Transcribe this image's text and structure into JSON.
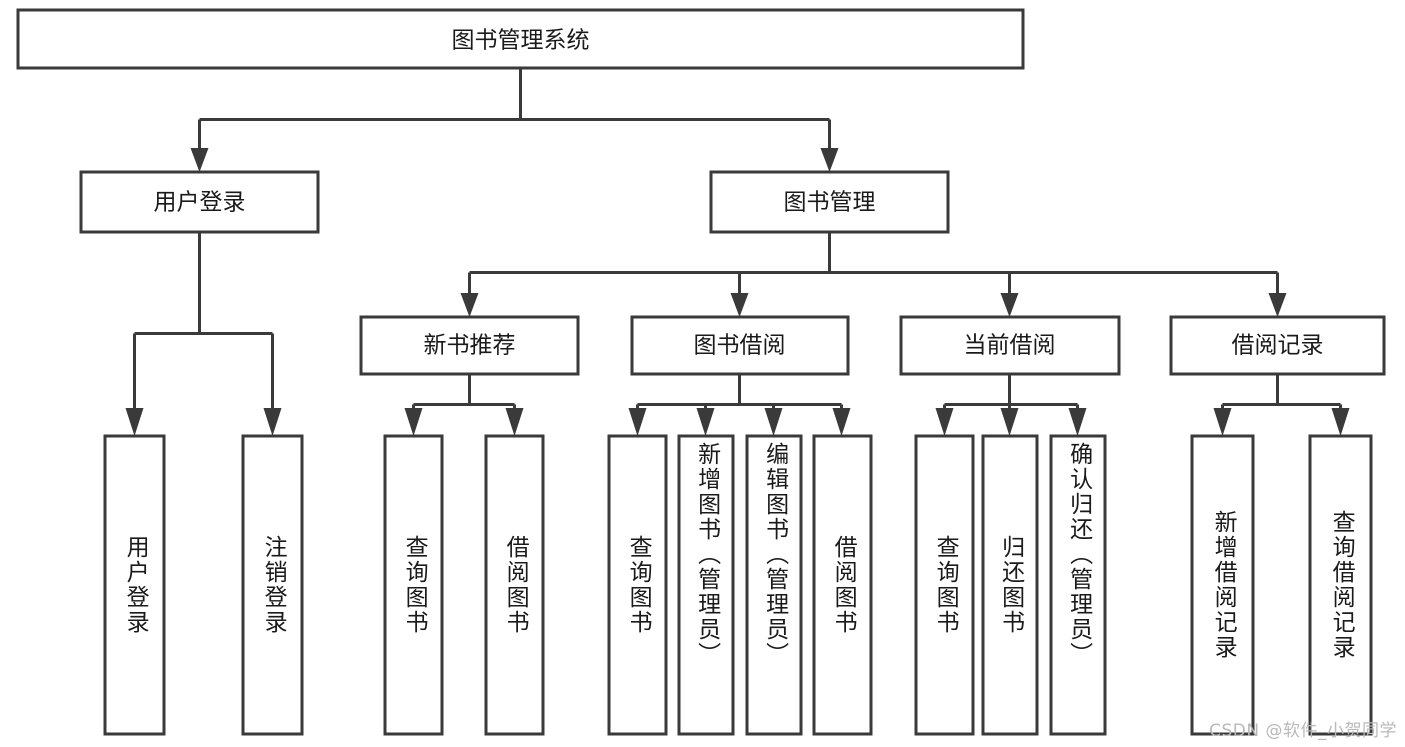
{
  "diagram": {
    "type": "tree",
    "title": "图书管理系统",
    "orientation": "top-down",
    "colors": {
      "box_fill": "#ffffff",
      "box_stroke": "#3a3a3a",
      "connector": "#3a3a3a",
      "text": "#1a1a1a",
      "watermark": "#b9b9b9",
      "background": "#ffffff"
    },
    "root": {
      "id": "root",
      "label": "图书管理系统",
      "text_direction": "horizontal"
    },
    "level1": [
      {
        "id": "user-login",
        "label": "用户登录",
        "text_direction": "horizontal"
      },
      {
        "id": "book-manage",
        "label": "图书管理",
        "text_direction": "horizontal"
      }
    ],
    "level2": [
      {
        "id": "new-book-recommend",
        "label": "新书推荐",
        "parent": "book-manage",
        "text_direction": "horizontal"
      },
      {
        "id": "book-borrow",
        "label": "图书借阅",
        "parent": "book-manage",
        "text_direction": "horizontal"
      },
      {
        "id": "current-borrow",
        "label": "当前借阅",
        "parent": "book-manage",
        "text_direction": "horizontal"
      },
      {
        "id": "borrow-record",
        "label": "借阅记录",
        "parent": "book-manage",
        "text_direction": "horizontal"
      }
    ],
    "leaves": [
      {
        "id": "leaf-user-login",
        "label": "用户登录",
        "parent": "user-login",
        "text_direction": "vertical"
      },
      {
        "id": "leaf-logout-login",
        "label": "注销登录",
        "parent": "user-login",
        "text_direction": "vertical"
      },
      {
        "id": "leaf-query-book-1",
        "label": "查询图书",
        "parent": "new-book-recommend",
        "text_direction": "vertical"
      },
      {
        "id": "leaf-borrow-book-1",
        "label": "借阅图书",
        "parent": "new-book-recommend",
        "text_direction": "vertical"
      },
      {
        "id": "leaf-query-book-2",
        "label": "查询图书",
        "parent": "book-borrow",
        "text_direction": "vertical"
      },
      {
        "id": "leaf-add-book",
        "label": "新增图书（管理员）",
        "parent": "book-borrow",
        "text_direction": "vertical"
      },
      {
        "id": "leaf-edit-book",
        "label": "编辑图书（管理员）",
        "parent": "book-borrow",
        "text_direction": "vertical"
      },
      {
        "id": "leaf-borrow-book-2",
        "label": "借阅图书",
        "parent": "book-borrow",
        "text_direction": "vertical"
      },
      {
        "id": "leaf-query-book-3",
        "label": "查询图书",
        "parent": "current-borrow",
        "text_direction": "vertical"
      },
      {
        "id": "leaf-return-book",
        "label": "归还图书",
        "parent": "current-borrow",
        "text_direction": "vertical"
      },
      {
        "id": "leaf-confirm-return",
        "label": "确认归还（管理员）",
        "parent": "current-borrow",
        "text_direction": "vertical"
      },
      {
        "id": "leaf-add-borrow-record",
        "label": "新增借阅记录",
        "parent": "borrow-record",
        "text_direction": "vertical"
      },
      {
        "id": "leaf-query-borrow-record",
        "label": "查询借阅记录",
        "parent": "borrow-record",
        "text_direction": "vertical"
      }
    ]
  },
  "watermark": {
    "text": "CSDN @软件_小贺同学"
  }
}
